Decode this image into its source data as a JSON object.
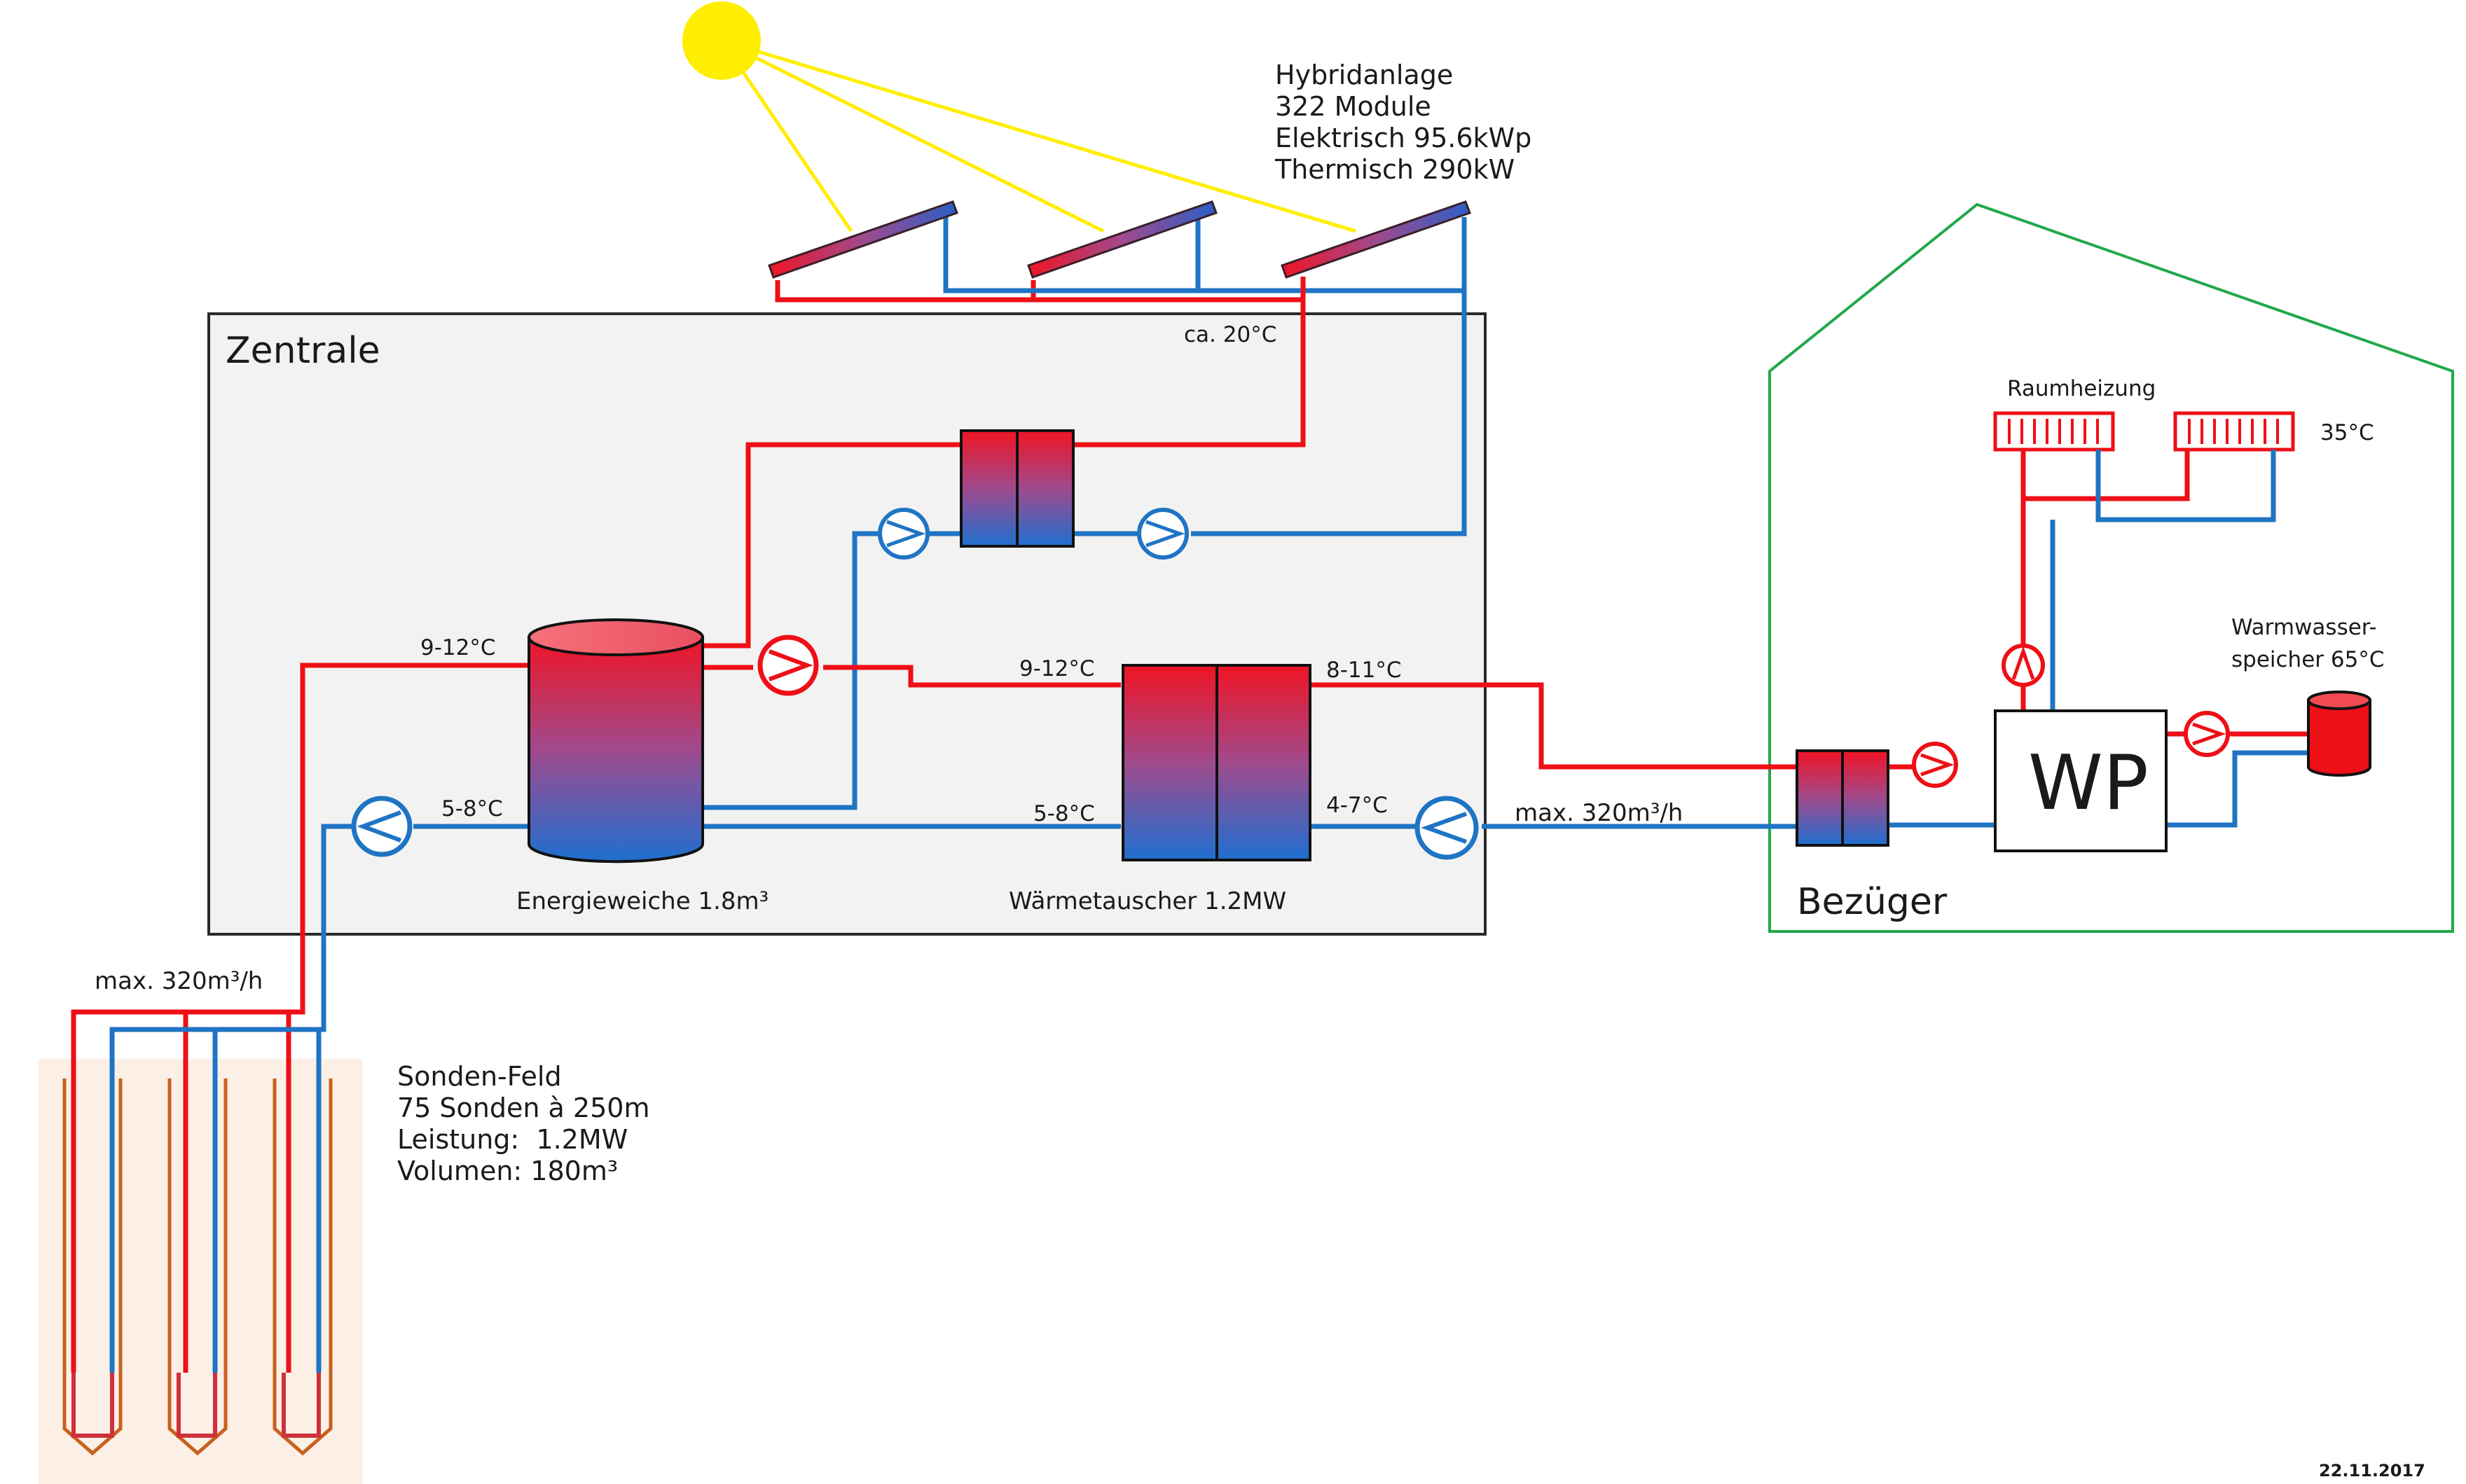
{
  "colors": {
    "hot": "#ee0f17",
    "cold": "#1f74c4",
    "sun": "#ffee00",
    "building": "#21a84a",
    "borehole": "#c8611e",
    "central_bg": "#f2f2f2",
    "field_bg": "#fbefe6"
  },
  "solar": {
    "title": "Hybridanlage",
    "modules": "322 Module",
    "electric": "Elektrisch 95.6kWp",
    "thermal": "Thermisch 290kW",
    "supply_temp": "ca. 20°C"
  },
  "central": {
    "title": "Zentrale",
    "tank_label": "Energieweiche 1.8m³",
    "hx_label": "Wärmetauscher 1.2MW",
    "temp_tank_hot_in": "9-12°C",
    "temp_tank_cold_out": "5-8°C",
    "temp_hx_hot_in": "9-12°C",
    "temp_hx_cold_in": "5-8°C",
    "temp_hx_hot_out": "8-11°C",
    "temp_hx_cold_out": "4-7°C"
  },
  "network": {
    "flow": "max. 320m³/h"
  },
  "field": {
    "flow": "max. 320m³/h",
    "title": "Sonden-Feld",
    "probes": "75 Sonden à 250m",
    "power": "Leistung:  1.2MW",
    "volume": "Volumen: 180m³"
  },
  "consumer": {
    "title": "Bezüger",
    "heating": "Raumheizung",
    "heating_temp": "35°C",
    "dhw_line1": "Warmwasser-",
    "dhw_line2": "speicher 65°C",
    "heat_pump": "WP"
  },
  "date": "22.11.2017"
}
